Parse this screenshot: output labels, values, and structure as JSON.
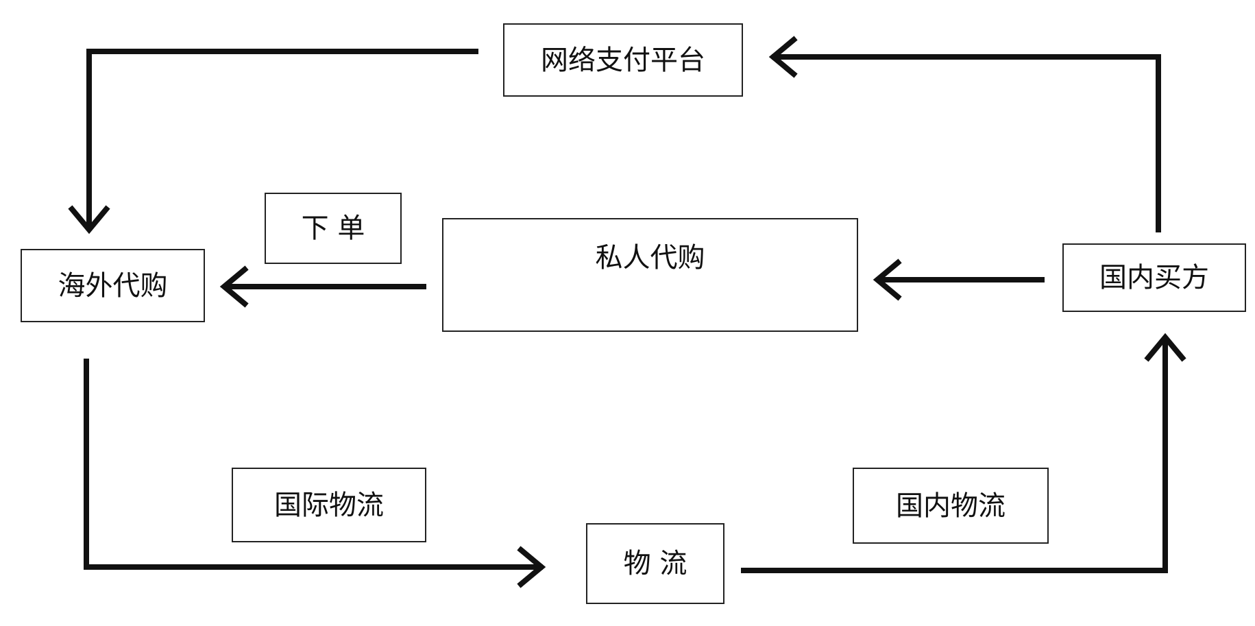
{
  "nodes": {
    "payment_platform": "网络支付平台",
    "overseas_agent": "海外代购",
    "place_order": "下 单",
    "private_agent": "私人代购",
    "domestic_buyer": "国内买方",
    "international_logistics": "国际物流",
    "domestic_logistics": "国内物流",
    "logistics": "物 流"
  },
  "edges": [
    {
      "from": "domestic_buyer",
      "to": "payment_platform"
    },
    {
      "from": "payment_platform",
      "to": "overseas_agent"
    },
    {
      "from": "domestic_buyer",
      "to": "private_agent"
    },
    {
      "from": "private_agent",
      "to": "overseas_agent"
    },
    {
      "from": "overseas_agent",
      "to": "logistics"
    },
    {
      "from": "logistics",
      "to": "domestic_buyer"
    }
  ],
  "colors": {
    "line": "#111111",
    "box_border": "#222222",
    "background": "#ffffff"
  }
}
